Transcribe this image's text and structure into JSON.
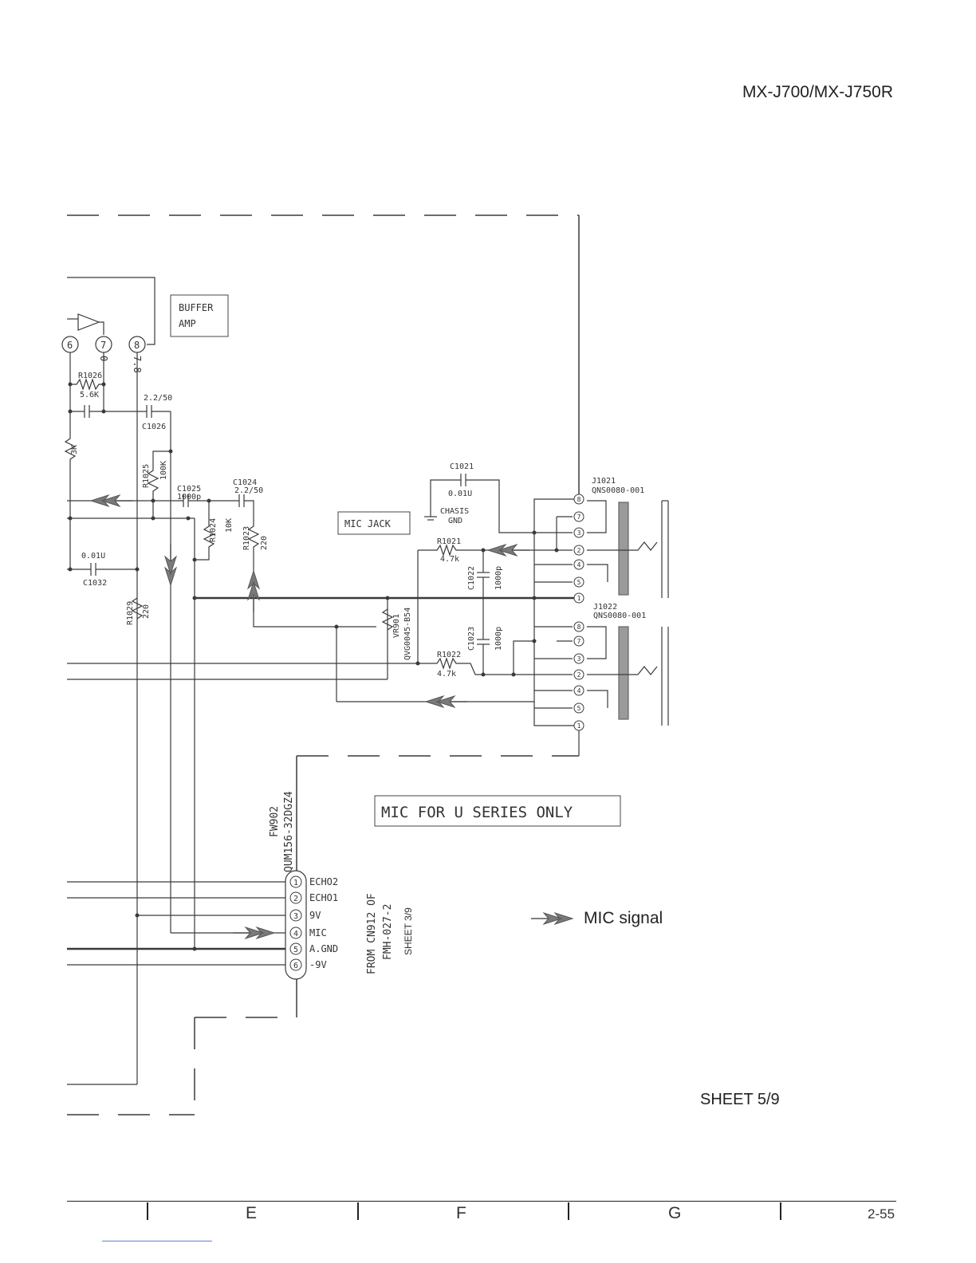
{
  "header": {
    "model": "MX-J700/MX-J750R"
  },
  "schematic": {
    "block_labels": {
      "buffer_line1": "BUFFER",
      "buffer_line2": "AMP",
      "mic_jack": "MIC JACK",
      "mic_for_u": "MIC FOR U SERIES ONLY"
    },
    "ic_pins": [
      "6",
      "7",
      "8"
    ],
    "ic_pin_voltages": [
      "0",
      "7.8"
    ],
    "components": {
      "r1026": {
        "ref": "R1026",
        "value": "5.6K"
      },
      "r3k": {
        "value": "3K"
      },
      "c1026": {
        "ref": "C1026",
        "value": "2.2/50"
      },
      "r1025": {
        "ref": "R1025",
        "value": "100K"
      },
      "c1025": {
        "ref": "C1025",
        "value": "1000p"
      },
      "c1024": {
        "ref": "C1024",
        "value": "2.2/50"
      },
      "r1024": {
        "ref": "R1024",
        "value": "10K"
      },
      "r1023": {
        "ref": "R1023",
        "value": "220"
      },
      "c1032": {
        "ref": "C1032",
        "value": "0.01U"
      },
      "r1029": {
        "ref": "R1029",
        "value": "220"
      },
      "c1021": {
        "ref": "C1021",
        "value": "0.01U"
      },
      "chassis_line1": "CHASIS",
      "chassis_line2": "GND",
      "r1021": {
        "ref": "R1021",
        "value": "4.7k"
      },
      "c1022": {
        "ref": "C1022",
        "value": "1000p"
      },
      "vr901": {
        "ref": "VR901",
        "value": "QVG0045-B54"
      },
      "c1023": {
        "ref": "C1023",
        "value": "1000p"
      },
      "r1022": {
        "ref": "R1022",
        "value": "4.7k"
      },
      "j1021": {
        "ref": "J1021",
        "value": "QNS0080-001"
      },
      "j1022": {
        "ref": "J1022",
        "value": "QNS0080-001"
      }
    },
    "jack_pins": [
      "8",
      "7",
      "3",
      "2",
      "4",
      "5",
      "1"
    ],
    "connector": {
      "ref": "FW902",
      "part": "QUM156-32DGZ4",
      "pins": [
        {
          "num": "1",
          "label": "ECHO2"
        },
        {
          "num": "2",
          "label": "ECHO1"
        },
        {
          "num": "3",
          "label": "9V"
        },
        {
          "num": "4",
          "label": "MIC"
        },
        {
          "num": "5",
          "label": "A.GND"
        },
        {
          "num": "6",
          "label": "-9V"
        }
      ],
      "from_line1": "FROM CN912 OF",
      "from_line2": "FMH-027-2",
      "from_sheet": "SHEET 3/9"
    }
  },
  "legend": {
    "mic_signal": "MIC signal"
  },
  "sheet": "SHEET 5/9",
  "footer": {
    "columns": [
      "E",
      "F",
      "G"
    ],
    "page": "2-55"
  },
  "colors": {
    "line": "#3a3a3a",
    "signal_arrow": "#7a7a7a"
  }
}
